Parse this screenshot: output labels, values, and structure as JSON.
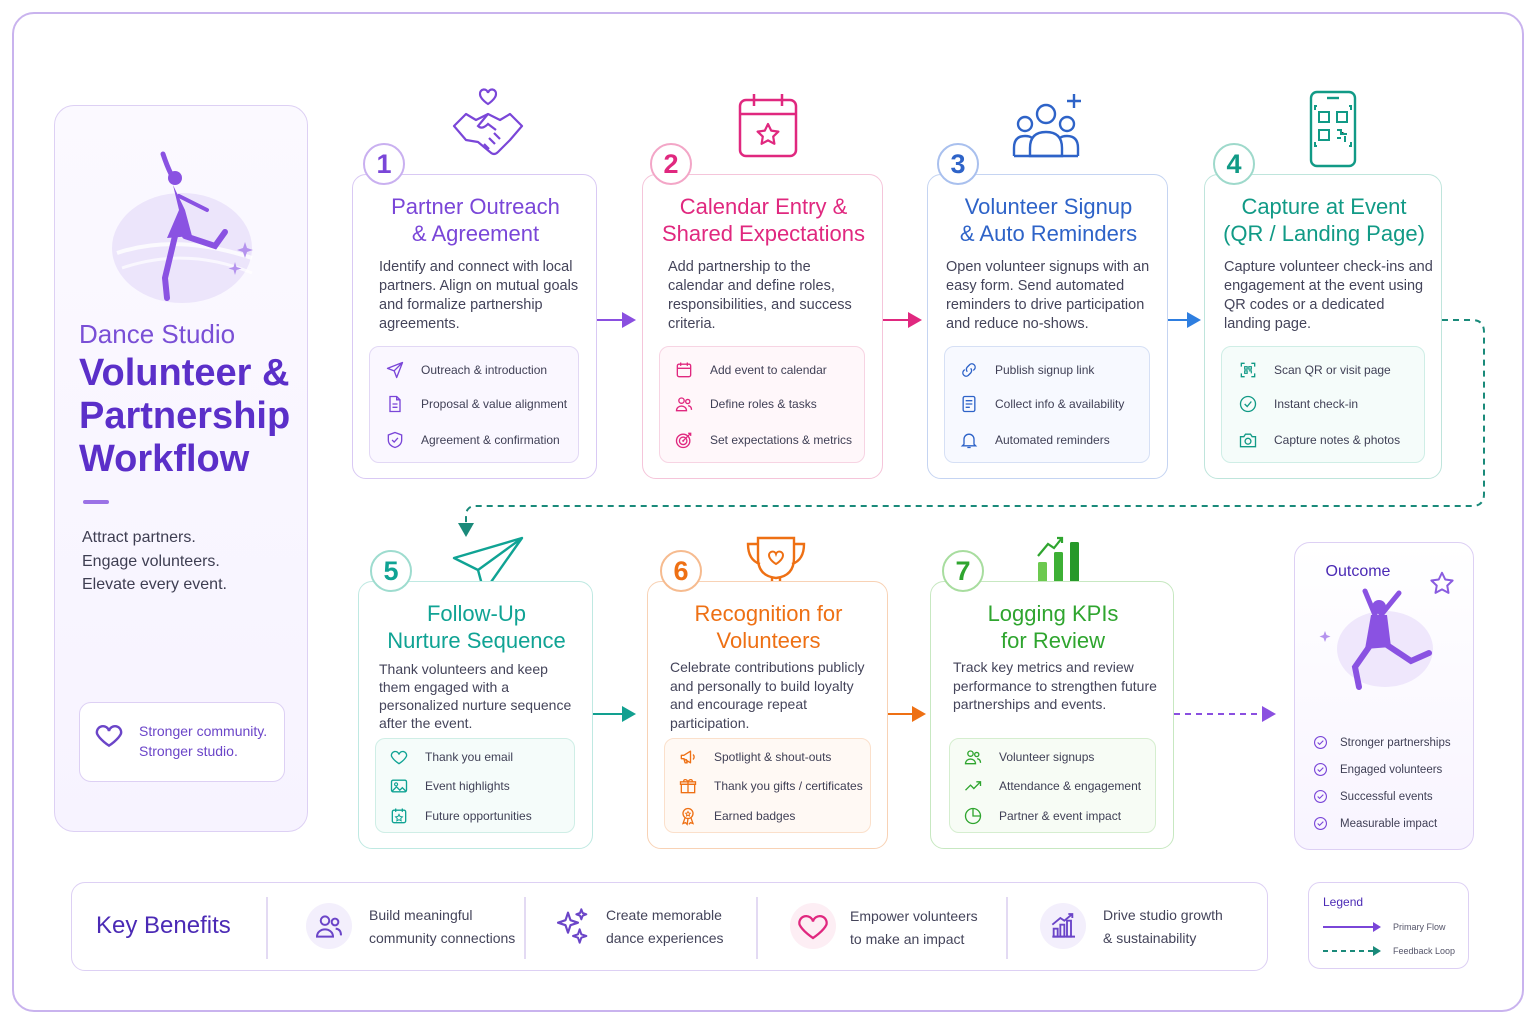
{
  "sidebar": {
    "subtitle": "Dance Studio",
    "title": "Volunteer & Partnership Workflow",
    "tagline": [
      "Attract partners.",
      "Engage volunteers.",
      "Elevate every event."
    ],
    "box": [
      "Stronger community.",
      "Stronger studio."
    ]
  },
  "steps": [
    {
      "num": "1",
      "title": [
        "Partner Outreach",
        "& Agreement"
      ],
      "desc": "Identify and connect with local partners. Align on mutual goals and formalize partnership agreements.",
      "items": [
        "Outreach & introduction",
        "Proposal & value alignment",
        "Agreement & confirmation"
      ],
      "color": "#7a46d8"
    },
    {
      "num": "2",
      "title": [
        "Calendar Entry &",
        "Shared Expectations"
      ],
      "desc": "Add partnership to the calendar and define roles, responsibilities, and success criteria.",
      "items": [
        "Add event to calendar",
        "Define roles & tasks",
        "Set expectations & metrics"
      ],
      "color": "#e0287f"
    },
    {
      "num": "3",
      "title": [
        "Volunteer Signup",
        "& Auto Reminders"
      ],
      "desc": "Open volunteer signups with an easy form. Send automated reminders to drive participation and reduce no-shows.",
      "items": [
        "Publish signup link",
        "Collect info & availability",
        "Automated reminders"
      ],
      "color": "#2e63c8"
    },
    {
      "num": "4",
      "title": [
        "Capture at Event",
        "(QR / Landing Page)"
      ],
      "desc": "Capture volunteer check-ins and engagement at the event using QR codes or a dedicated landing page.",
      "items": [
        "Scan QR or visit page",
        "Instant check-in",
        "Capture notes & photos"
      ],
      "color": "#119a86"
    },
    {
      "num": "5",
      "title": [
        "Follow-Up",
        "Nurture Sequence"
      ],
      "desc": "Thank volunteers and keep them engaged with a personalized nurture sequence after the event.",
      "items": [
        "Thank you email",
        "Event highlights",
        "Future opportunities"
      ],
      "color": "#10a394"
    },
    {
      "num": "6",
      "title": [
        "Recognition for",
        "Volunteers"
      ],
      "desc": "Celebrate contributions publicly and personally to build loyalty and encourage repeat participation.",
      "items": [
        "Spotlight & shout-outs",
        "Thank you gifts / certificates",
        "Earned badges"
      ],
      "color": "#ee7014"
    },
    {
      "num": "7",
      "title": [
        "Logging KPIs",
        "for Review"
      ],
      "desc": "Track key metrics and review performance to strengthen future partnerships and events.",
      "items": [
        "Volunteer signups",
        "Attendance & engagement",
        "Partner & event impact"
      ],
      "color": "#2fa52f"
    }
  ],
  "outcome": {
    "title": "Outcome",
    "items": [
      "Stronger partnerships",
      "Engaged volunteers",
      "Successful events",
      "Measurable impact"
    ]
  },
  "benefits": {
    "title": "Key Benefits",
    "items": [
      [
        "Build meaningful",
        "community connections"
      ],
      [
        "Create memorable",
        "dance experiences"
      ],
      [
        "Empower volunteers",
        "to make an impact"
      ],
      [
        "Drive studio growth",
        "& sustainability"
      ]
    ]
  },
  "legend": {
    "title": "Legend",
    "primary": "Primary Flow",
    "feedback": "Feedback Loop"
  },
  "colors": {
    "purple": "#5b2fc9",
    "lavender": "#ddd0f4"
  }
}
